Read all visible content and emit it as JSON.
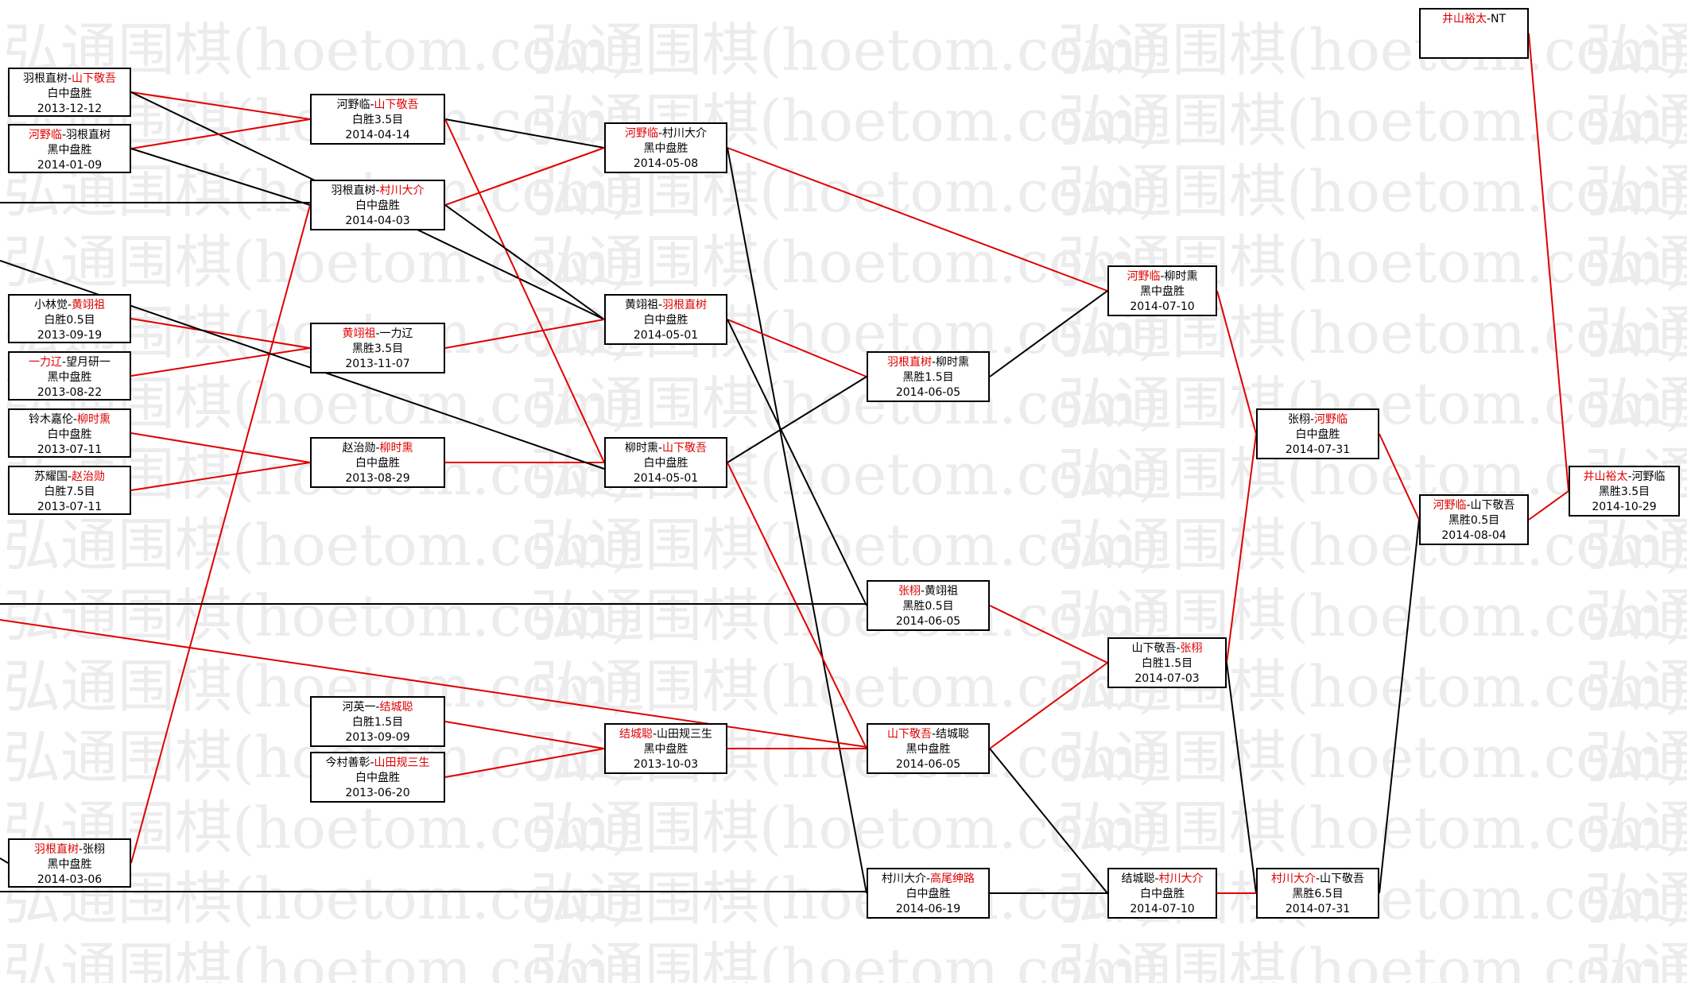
{
  "watermark": "弘通围棋(hoetom.com)",
  "colors": {
    "win": "#e00000",
    "line_normal": "#000000",
    "watermark": "#ececec"
  },
  "games": [
    {
      "id": "g1",
      "p1": "羽根直树",
      "sep": "-",
      "p2": "山下敬吾",
      "winner": 2,
      "result": "白中盘胜",
      "date": "2013-12-12"
    },
    {
      "id": "g2",
      "p1": "河野临",
      "sep": "-",
      "p2": "羽根直树",
      "winner": 1,
      "result": "黑中盘胜",
      "date": "2014-01-09"
    },
    {
      "id": "g3",
      "p1": "小林觉",
      "sep": "-",
      "p2": "黄翊祖",
      "winner": 2,
      "result": "白胜0.5目",
      "date": "2013-09-19"
    },
    {
      "id": "g4",
      "p1": "一力辽",
      "sep": "-",
      "p2": "望月研一",
      "winner": 1,
      "result": "黑中盘胜",
      "date": "2013-08-22"
    },
    {
      "id": "g5",
      "p1": "铃木嘉伦",
      "sep": "-",
      "p2": "柳时熏",
      "winner": 2,
      "result": "白中盘胜",
      "date": "2013-07-11"
    },
    {
      "id": "g6",
      "p1": "苏耀国",
      "sep": "-",
      "p2": "赵治勋",
      "winner": 2,
      "result": "白胜7.5目",
      "date": "2013-07-11"
    },
    {
      "id": "g7",
      "p1": "羽根直树",
      "sep": "-",
      "p2": "张栩",
      "winner": 1,
      "result": "黑中盘胜",
      "date": "2014-03-06"
    },
    {
      "id": "g8",
      "p1": "河野临",
      "sep": "-",
      "p2": "山下敬吾",
      "winner": 2,
      "result": "白胜3.5目",
      "date": "2014-04-14"
    },
    {
      "id": "g9",
      "p1": "羽根直树",
      "sep": "-",
      "p2": "村川大介",
      "winner": 2,
      "result": "白中盘胜",
      "date": "2014-04-03"
    },
    {
      "id": "g10",
      "p1": "黄翊祖",
      "sep": "-",
      "p2": "一力辽",
      "winner": 1,
      "result": "黑胜3.5目",
      "date": "2013-11-07"
    },
    {
      "id": "g11",
      "p1": "赵治勋",
      "sep": "-",
      "p2": "柳时熏",
      "winner": 2,
      "result": "白中盘胜",
      "date": "2013-08-29"
    },
    {
      "id": "g12",
      "p1": "河英一",
      "sep": "-",
      "p2": "结城聪",
      "winner": 2,
      "result": "白胜1.5目",
      "date": "2013-09-09"
    },
    {
      "id": "g13",
      "p1": "今村善彰",
      "sep": "-",
      "p2": "山田规三生",
      "winner": 2,
      "result": "白中盘胜",
      "date": "2013-06-20"
    },
    {
      "id": "g14",
      "p1": "河野临",
      "sep": "-",
      "p2": "村川大介",
      "winner": 1,
      "result": "黑中盘胜",
      "date": "2014-05-08"
    },
    {
      "id": "g15",
      "p1": "黄翊祖",
      "sep": "-",
      "p2": "羽根直树",
      "winner": 2,
      "result": "白中盘胜",
      "date": "2014-05-01"
    },
    {
      "id": "g16",
      "p1": "柳时熏",
      "sep": "-",
      "p2": "山下敬吾",
      "winner": 2,
      "result": "白中盘胜",
      "date": "2014-05-01"
    },
    {
      "id": "g17",
      "p1": "结城聪",
      "sep": "-",
      "p2": "山田规三生",
      "winner": 1,
      "result": "黑中盘胜",
      "date": "2013-10-03"
    },
    {
      "id": "g18",
      "p1": "羽根直树",
      "sep": "-",
      "p2": "柳时熏",
      "winner": 1,
      "result": "黑胜1.5目",
      "date": "2014-06-05"
    },
    {
      "id": "g19",
      "p1": "张栩",
      "sep": "-",
      "p2": "黄翊祖",
      "winner": 1,
      "result": "黑胜0.5目",
      "date": "2014-06-05"
    },
    {
      "id": "g20",
      "p1": "山下敬吾",
      "sep": "-",
      "p2": "结城聪",
      "winner": 1,
      "result": "黑中盘胜",
      "date": "2014-06-05"
    },
    {
      "id": "g21",
      "p1": "村川大介",
      "sep": "-",
      "p2": "高尾绅路",
      "winner": 2,
      "result": "白中盘胜",
      "date": "2014-06-19"
    },
    {
      "id": "g22",
      "p1": "河野临",
      "sep": "-",
      "p2": "柳时熏",
      "winner": 1,
      "result": "黑中盘胜",
      "date": "2014-07-10"
    },
    {
      "id": "g23",
      "p1": "山下敬吾",
      "sep": "-",
      "p2": "张栩",
      "winner": 2,
      "result": "白胜1.5目",
      "date": "2014-07-03"
    },
    {
      "id": "g24",
      "p1": "结城聪",
      "sep": "-",
      "p2": "村川大介",
      "winner": 2,
      "result": "白中盘胜",
      "date": "2014-07-10"
    },
    {
      "id": "g25",
      "p1": "张栩",
      "sep": "-",
      "p2": "河野临",
      "winner": 2,
      "result": "白中盘胜",
      "date": "2014-07-31"
    },
    {
      "id": "g26",
      "p1": "村川大介",
      "sep": "-",
      "p2": "山下敬吾",
      "winner": 1,
      "result": "黑胜6.5目",
      "date": "2014-07-31"
    },
    {
      "id": "g27",
      "p1": "河野临",
      "sep": "-",
      "p2": "山下敬吾",
      "winner": 1,
      "result": "黑胜0.5目",
      "date": "2014-08-04"
    },
    {
      "id": "g28",
      "p1": "井山裕太",
      "sep": "-",
      "p2": "NT",
      "winner": 1,
      "result": "",
      "date": ""
    },
    {
      "id": "g29",
      "p1": "井山裕太",
      "sep": "-",
      "p2": "河野临",
      "winner": 1,
      "result": "黑胜3.5目",
      "date": "2014-10-29"
    }
  ],
  "connections": [
    {
      "from": "g1",
      "to": "g8",
      "win": true
    },
    {
      "from": "g1",
      "to": "g15",
      "win": false
    },
    {
      "from": "g2",
      "to": "g8",
      "win": true
    },
    {
      "from": "g2",
      "to": "g9",
      "win": false
    },
    {
      "from": "g3",
      "to": "g10",
      "win": true
    },
    {
      "from": "g4",
      "to": "g10",
      "win": true
    },
    {
      "from": "g5",
      "to": "g11",
      "win": true
    },
    {
      "from": "g6",
      "to": "g11",
      "win": true
    },
    {
      "from": "g7",
      "to": "g9",
      "win": true
    },
    {
      "from": "g8",
      "to": "g14",
      "win": false
    },
    {
      "from": "g8",
      "to": "g16",
      "win": true
    },
    {
      "from": "g9",
      "to": "g14",
      "win": true
    },
    {
      "from": "g9",
      "to": "g15",
      "win": false
    },
    {
      "from": "g10",
      "to": "g15",
      "win": true
    },
    {
      "from": "g11",
      "to": "g16",
      "win": true
    },
    {
      "from": "g12",
      "to": "g17",
      "win": true
    },
    {
      "from": "g13",
      "to": "g17",
      "win": true
    },
    {
      "from": "g14",
      "to": "g22",
      "win": true
    },
    {
      "from": "g14",
      "to": "g21",
      "win": false
    },
    {
      "from": "g15",
      "to": "g18",
      "win": true
    },
    {
      "from": "g15",
      "to": "g19",
      "win": false
    },
    {
      "from": "g16",
      "to": "g18",
      "win": false
    },
    {
      "from": "g16",
      "to": "g20",
      "win": true
    },
    {
      "from": "g17",
      "to": "g20",
      "win": true
    },
    {
      "from": "g18",
      "to": "g22",
      "win": false
    },
    {
      "from": "g19",
      "to": "g23",
      "win": true
    },
    {
      "from": "g20",
      "to": "g23",
      "win": true
    },
    {
      "from": "g20",
      "to": "g24",
      "win": false
    },
    {
      "from": "g21",
      "to": "g24",
      "win": false
    },
    {
      "from": "g22",
      "to": "g25",
      "win": true
    },
    {
      "from": "g23",
      "to": "g25",
      "win": true
    },
    {
      "from": "g23",
      "to": "g26",
      "win": false
    },
    {
      "from": "g24",
      "to": "g26",
      "win": true
    },
    {
      "from": "g25",
      "to": "g27",
      "win": true
    },
    {
      "from": "g26",
      "to": "g27",
      "win": false
    },
    {
      "from": "g27",
      "to": "g29",
      "win": true
    },
    {
      "from": "g28",
      "to": "g29",
      "win": true
    }
  ]
}
